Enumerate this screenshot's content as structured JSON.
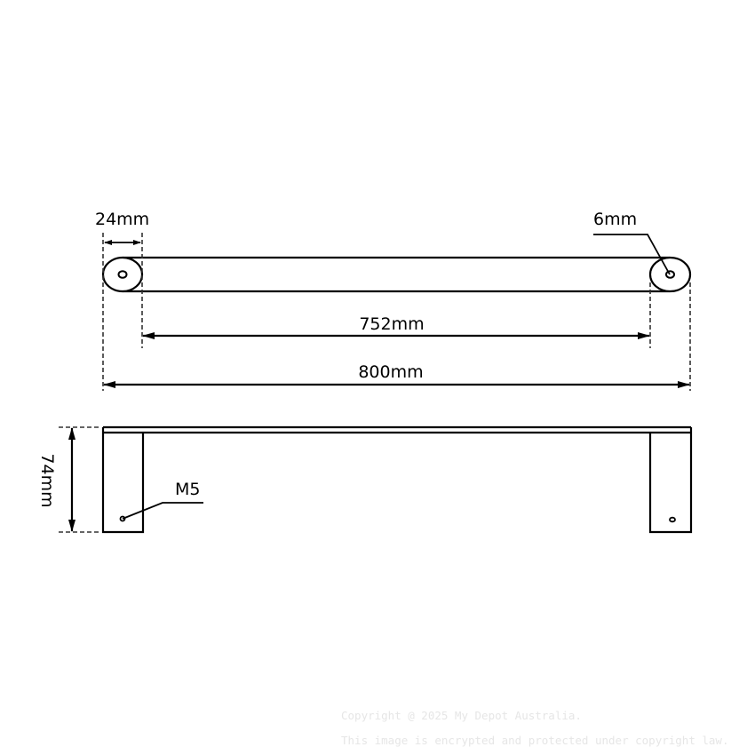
{
  "diagram": {
    "title": "Towel rail technical drawing",
    "colors": {
      "line": "#000000",
      "dash": "#333333",
      "background": "#ffffff",
      "watermark": "#e6e6e6"
    },
    "top_view": {
      "labels": {
        "mount_width": "24mm",
        "hole_diameter": "6mm",
        "inner_length": "752mm",
        "overall_length": "800mm"
      }
    },
    "side_view": {
      "labels": {
        "height": "74mm",
        "thread": "M5"
      }
    }
  },
  "watermark": {
    "line1": "Copyright @ 2025 My Depot Australia.",
    "line2": "This image is encrypted and protected under copyright law."
  }
}
